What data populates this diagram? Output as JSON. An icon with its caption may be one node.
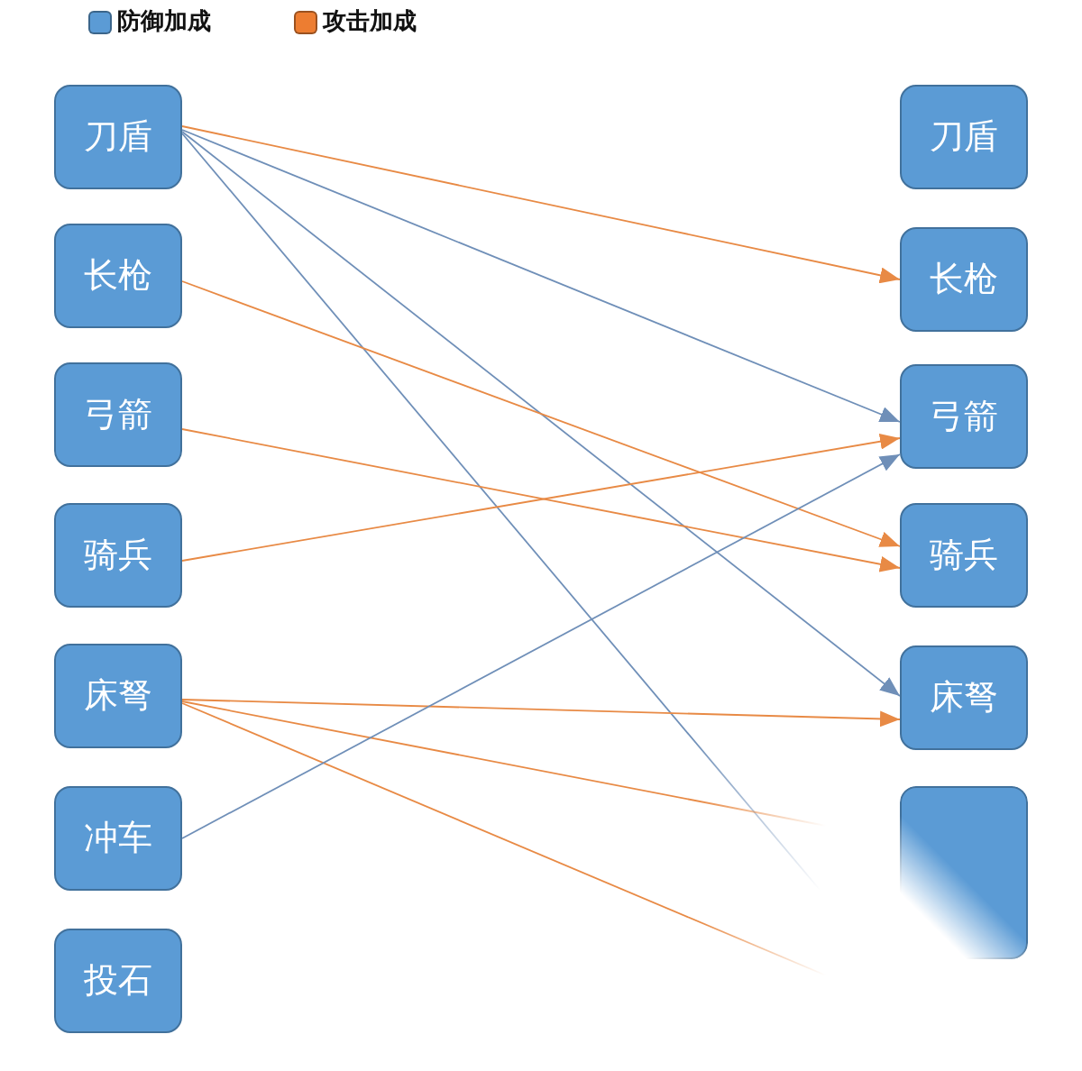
{
  "diagram": {
    "nodes": [
      {
        "text": [
          "刀盾"
        ]
      },
      {
        "text": [
          "长枪"
        ]
      },
      {
        "text": [
          "弓箭"
        ]
      },
      {
        "text": [
          "骑兵"
        ]
      },
      {
        "text": [
          "床弩"
        ]
      },
      {
        "text": [
          "冲车"
        ]
      },
      {
        "text": [
          "投石"
        ]
      },
      {
        "text": [
          "刀盾"
        ]
      },
      {
        "text": [
          "长枪"
        ]
      },
      {
        "text": [
          "弓箭"
        ]
      },
      {
        "text": [
          "骑兵"
        ]
      },
      {
        "text": [
          "床弩"
        ]
      },
      {
        "text": [],
        "shape": "box"
      }
    ],
    "edges": [
      {
        "from": 0,
        "to": 8,
        "arrow": "to"
      },
      {
        "from": 0,
        "to": 9,
        "arrow": "to",
        "color": "#6f8fb8"
      },
      {
        "from": 0,
        "to": 11,
        "arrow": "to",
        "color": "#6f8fb8"
      },
      {
        "from": 0,
        "to": null,
        "arrow": "none",
        "color": "#6f8fb8"
      },
      {
        "from": 1,
        "to": 10,
        "arrow": "to"
      },
      {
        "from": 2,
        "to": 10,
        "arrow": "to"
      },
      {
        "from": 3,
        "to": 9,
        "arrow": "to"
      },
      {
        "from": 4,
        "to": 11,
        "arrow": "to"
      },
      {
        "from": 4,
        "to": null,
        "arrow": "none"
      },
      {
        "from": 4,
        "to": null,
        "arrow": "none"
      },
      {
        "from": 5,
        "to": 9,
        "arrow": "to",
        "color": "#6f8fb8"
      }
    ],
    "legend": [
      {
        "text": "防御加成",
        "color": "#5b9bd5"
      },
      {
        "text": "攻击加成",
        "color": "#ed7d31"
      }
    ]
  }
}
